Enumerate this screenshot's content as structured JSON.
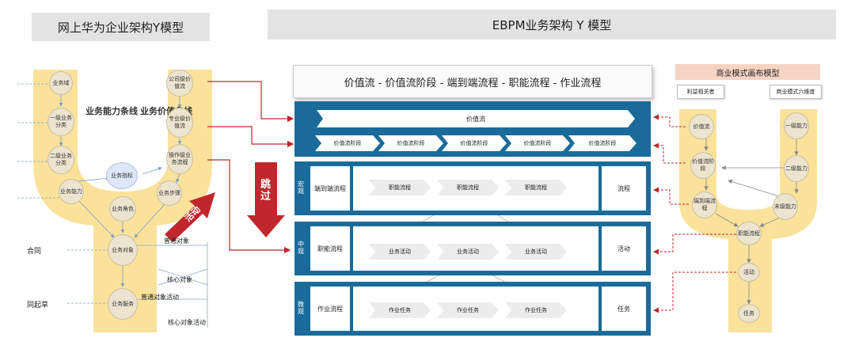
{
  "titles": {
    "left": "网上华为企业架构Y模型",
    "right": "EBPM业务架构 Y 模型"
  },
  "value_chain_header": "价值流 - 价值流阶段 - 端到端流程 - 职能流程 - 作业流程",
  "left_model": {
    "nodes_left": [
      "业务域",
      "一级业务分类",
      "二级业务分类",
      "业务能力"
    ],
    "nodes_right": [
      "公司级价值流",
      "专业级价值流",
      "操作级业务流程",
      "业务步骤"
    ],
    "center": [
      "业务指标",
      "业务角色",
      "业务对象",
      "业务服务"
    ],
    "branch_labels": {
      "left": "业务能力条线",
      "right": "业务价值条线"
    },
    "side_labels": [
      "合同",
      "同起草"
    ],
    "object_labels": [
      "普通对象",
      "核心对象",
      "普通对象活动",
      "核心对象活动"
    ],
    "arrow_labels": {
      "skip": "跳过",
      "activate": "活动"
    }
  },
  "center_model": {
    "top_band": {
      "value_stream": "价值流",
      "stages": [
        "价值流阶段",
        "价值流阶段",
        "价值流阶段",
        "价值流阶段",
        "价值流阶段"
      ]
    },
    "macro": {
      "side": "宏观",
      "label": "端到端流程",
      "items": [
        "职能流程",
        "职能流程",
        "职能流程"
      ],
      "right": "流程"
    },
    "meso": {
      "side": "中观",
      "label": "职能流程",
      "items": [
        "业务活动",
        "业务活动",
        "业务活动"
      ],
      "right": "活动"
    },
    "micro": {
      "side": "微观",
      "label": "作业流程",
      "items": [
        "作业任务",
        "作业任务",
        "作业任务"
      ],
      "right": "任务"
    }
  },
  "right_model": {
    "title": "商业模式画布模型",
    "tags": [
      "利益相关者",
      "商业模式六维度"
    ],
    "left_nodes": [
      "价值流",
      "价值流阶段",
      "端到端流程"
    ],
    "right_nodes": [
      "一级能力",
      "二级能力",
      "末级能力"
    ],
    "bottom_nodes": [
      "职能流程",
      "活动",
      "任务"
    ]
  },
  "colors": {
    "band": "#1a6b9a",
    "y_shape": "#fbe29a",
    "red": "#c0272d"
  }
}
